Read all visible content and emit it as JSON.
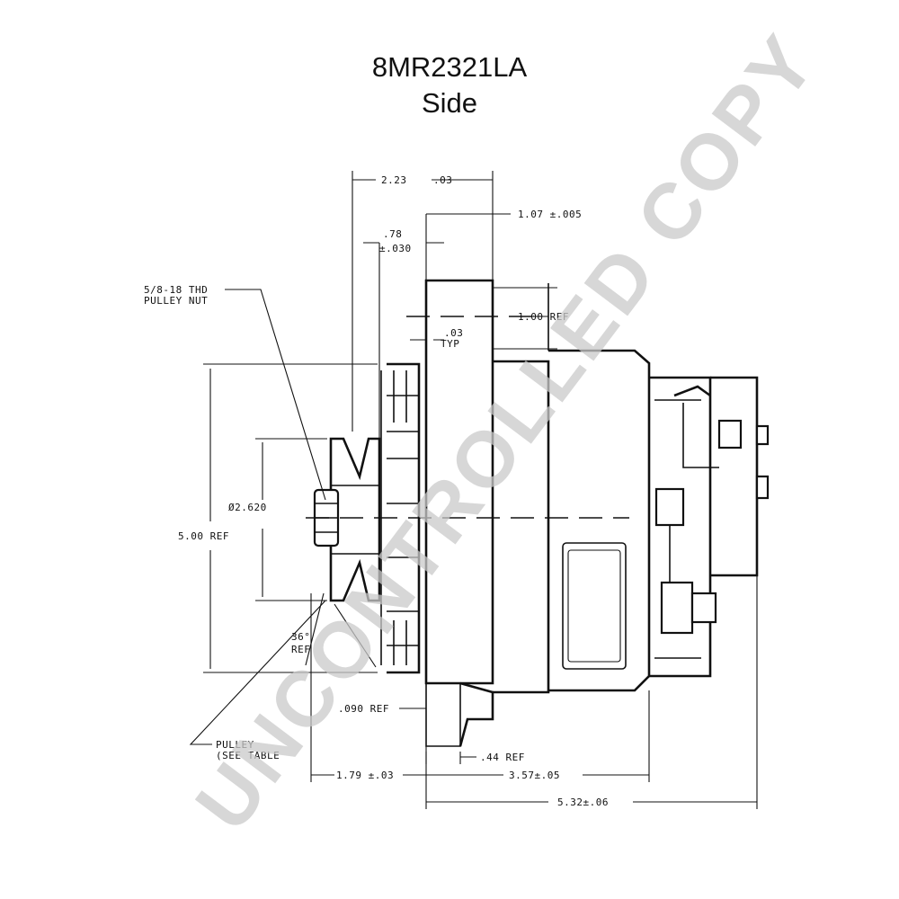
{
  "title": {
    "part_number": "8MR2321LA",
    "view": "Side"
  },
  "watermark": "UNCONTROLLED COPY",
  "dimensions": {
    "d_2_23": "2.23",
    "d_03_top": ".03",
    "d_1_07": "1.07 ±.005",
    "d_78": ".78",
    "d_030": "±.030",
    "d_1_00_ref": "1.00 REF",
    "d_03_typ_a": ".03",
    "d_03_typ_b": "TYP",
    "d_2_620": "Ø2.620",
    "d_5_00_ref": "5.00 REF",
    "d_36_a": "36°",
    "d_36_b": "REF",
    "d_090_ref": ".090 REF",
    "d_44_ref": ".44 REF",
    "d_1_79": "1.79 ±.03",
    "d_3_57": "3.57±.05",
    "d_5_32": "5.32±.06"
  },
  "notes": {
    "nut_a": "5/8-18 THD",
    "nut_b": "PULLEY NUT",
    "pulley_a": "PULLEY",
    "pulley_b": "(SEE TABLE"
  },
  "colors": {
    "line": "#111111",
    "watermark": "#c9c9c9"
  }
}
